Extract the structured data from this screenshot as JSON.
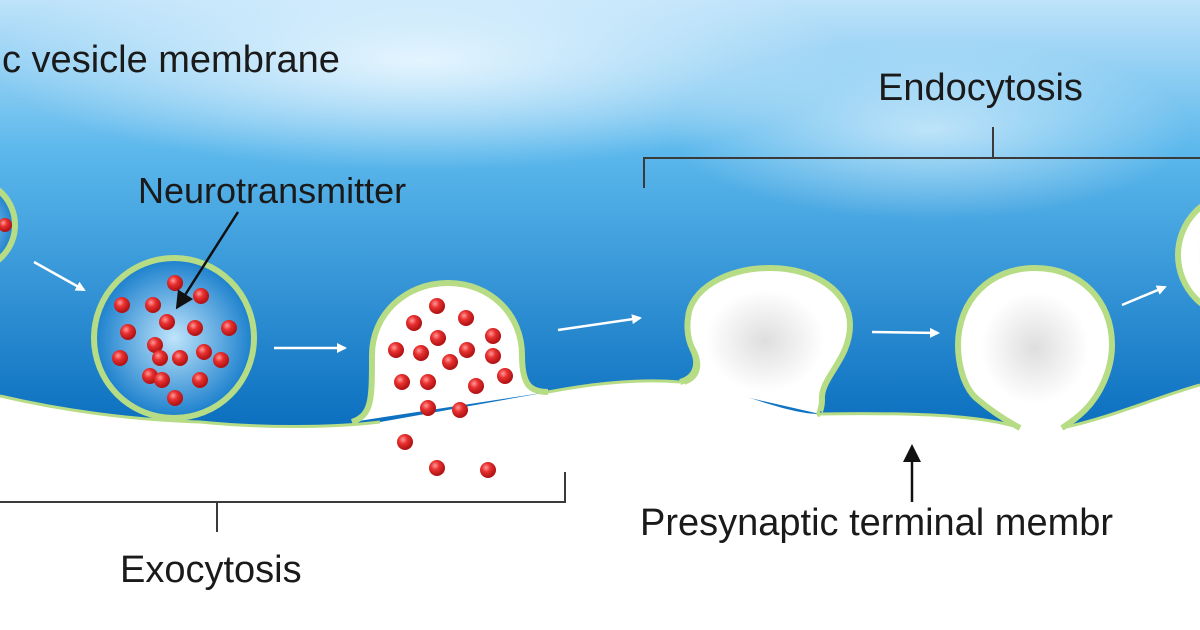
{
  "labels": {
    "vesicle_membrane": "c vesicle membrane",
    "neurotransmitter": "Neurotransmitter",
    "endocytosis": "Endocytosis",
    "exocytosis": "Exocytosis",
    "presynaptic_membrane": "Presynaptic terminal membr"
  },
  "colors": {
    "cytoplasm_light": "#cfe9fb",
    "cytoplasm_mid": "#4db0ea",
    "cytoplasm_dark": "#0a6fbe",
    "vesicle_membrane": "#b7dc86",
    "neurotransmitter": "#e02628",
    "bracket": "#3a3a3a",
    "arrow": "#ffffff"
  }
}
